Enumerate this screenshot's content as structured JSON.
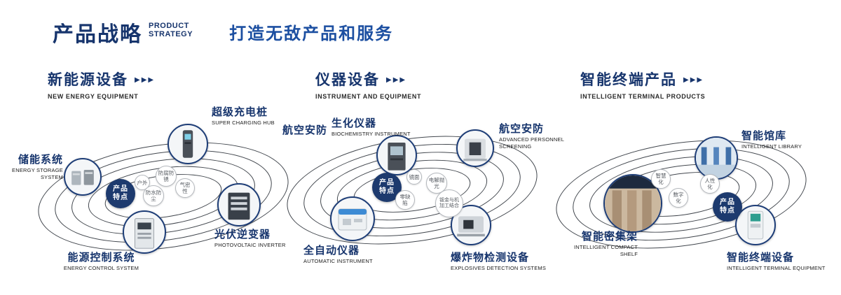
{
  "header": {
    "title": "产品战略",
    "title_en1": "PRODUCT",
    "title_en2": "STRATEGY",
    "subtitle": "打造无敌产品和服务"
  },
  "colors": {
    "navy": "#17356d",
    "blue": "#1c4fa1"
  },
  "sections": [
    {
      "title": "新能源设备",
      "subtitle": "NEW ENERGY EQUIPMENT",
      "arrows": "▶▶▶",
      "feature_label_1": "产品",
      "feature_label_2": "特点",
      "features": [
        "户外",
        "防腐防锈",
        "气密性",
        "防水防尘"
      ],
      "items": [
        {
          "zh": "储能系统",
          "en": "ENERGY STORAGE SYSTEM"
        },
        {
          "zh": "超级充电桩",
          "en": "SUPER CHARGING HUB"
        },
        {
          "zh": "光伏逆变器",
          "en": "PHOTOVOLTAIC INVERTER"
        },
        {
          "zh": "能源控制系统",
          "en": "ENERGY CONTROL SYSTEM"
        }
      ]
    },
    {
      "title": "仪器设备",
      "subtitle": "INSTRUMENT AND EQUIPMENT",
      "arrows": "▶▶▶",
      "side_label": "航空安防",
      "feature_label_1": "产品",
      "feature_label_2": "特点",
      "features": [
        "镜面",
        "电解抛光",
        "零缺陷",
        "钣金与机加工结合"
      ],
      "items": [
        {
          "zh": "生化仪器",
          "en": "BIOCHEMISTRY INSTRUMENT"
        },
        {
          "zh": "航空安防",
          "en": "ADVANCED PERSONNEL SCREENING"
        },
        {
          "zh": "全自动仪器",
          "en": "AUTOMATIC INSTRUMENT"
        },
        {
          "zh": "爆炸物检测设备",
          "en": "EXPLOSIVES DETECTION SYSTEMS"
        }
      ]
    },
    {
      "title": "智能终端产品",
      "subtitle": "INTELLIGENT TERMINAL PRODUCTS",
      "arrows": "▶▶▶",
      "feature_label_1": "产品",
      "feature_label_2": "特点",
      "features": [
        "智慧化",
        "人性化",
        "数字化"
      ],
      "items": [
        {
          "zh": "智能馆库",
          "en": "INTELLIGENT LIBRARY"
        },
        {
          "zh": "智能密集架",
          "en": "INTELLIGENT COMPACT SHELF"
        },
        {
          "zh": "智能终端设备",
          "en": "INTELLIGENT TERMINAL EQUIPMENT"
        }
      ]
    }
  ]
}
